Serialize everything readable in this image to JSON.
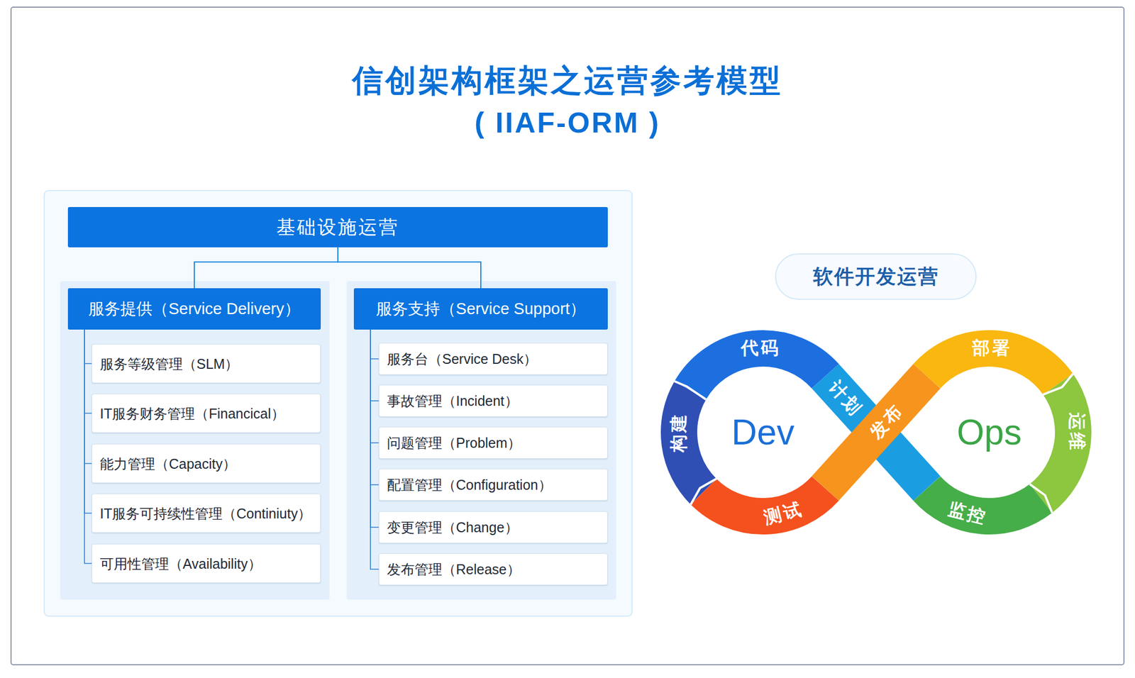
{
  "diagram": {
    "title": "信创架构框架之运营参考模型",
    "nodes": [
      {
        "text": [
          "基础设施运营"
        ]
      },
      {
        "text": [
          "服务提供（Service Delivery）"
        ]
      },
      {
        "text": [
          "服务等级管理（SLM）"
        ]
      },
      {
        "text": [
          "IT服务财务管理（Financical）"
        ]
      },
      {
        "text": [
          "能力管理（Capacity）"
        ]
      },
      {
        "text": [
          "IT服务可持续性管理（Continiuty）"
        ]
      },
      {
        "text": [
          "可用性管理（Availability）"
        ]
      },
      {
        "text": [
          "服务支持（Service Support）"
        ]
      },
      {
        "text": [
          "服务台（Service Desk）"
        ]
      },
      {
        "text": [
          "事故管理（Incident）"
        ]
      },
      {
        "text": [
          "问题管理（Problem）"
        ]
      },
      {
        "text": [
          "配置管理（Configuration）"
        ]
      },
      {
        "text": [
          "变更管理（Change）"
        ]
      },
      {
        "text": [
          "发布管理（Release）"
        ]
      },
      {
        "text": [
          "软件开发运营"
        ]
      }
    ],
    "edges": [
      {
        "from": 0,
        "to": 1,
        "arrow": "none"
      },
      {
        "from": 0,
        "to": 7,
        "arrow": "none"
      },
      {
        "from": 1,
        "to": 2,
        "arrow": "none"
      },
      {
        "from": 1,
        "to": 3,
        "arrow": "none"
      },
      {
        "from": 1,
        "to": 4,
        "arrow": "none"
      },
      {
        "from": 1,
        "to": 5,
        "arrow": "none"
      },
      {
        "from": 1,
        "to": 6,
        "arrow": "none"
      },
      {
        "from": 7,
        "to": 8,
        "arrow": "none"
      },
      {
        "from": 7,
        "to": 9,
        "arrow": "none"
      },
      {
        "from": 7,
        "to": 10,
        "arrow": "none"
      },
      {
        "from": 7,
        "to": 11,
        "arrow": "none"
      },
      {
        "from": 7,
        "to": 12,
        "arrow": "none"
      },
      {
        "from": 7,
        "to": 13,
        "arrow": "none"
      }
    ],
    "labels": [
      "( IIAF-ORM )",
      "代码",
      "计划",
      "部署",
      "构建",
      "Dev",
      "发布",
      "Ops",
      "运维",
      "测试",
      "监控"
    ]
  }
}
